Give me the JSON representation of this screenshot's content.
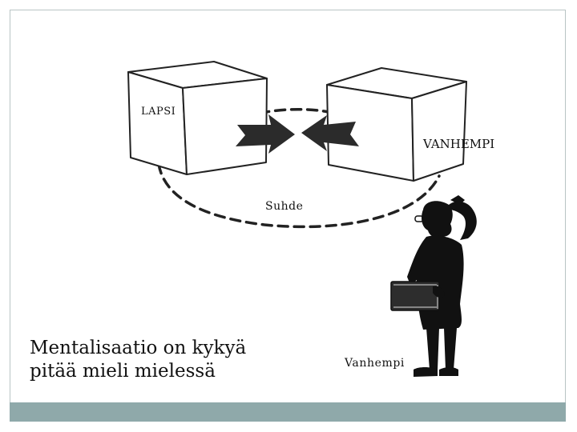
{
  "labels": {
    "child_box": "LAPSI",
    "parent_box": "VANHEMPI",
    "relation": "Suhde",
    "parent_person": "Vanhempi"
  },
  "caption": {
    "line1": "Mentalisaatio on kykyä",
    "line2": "pitää mieli mielessä"
  },
  "colors": {
    "footer_bar": "#8fa9aa",
    "frame_border": "#b9c4c4",
    "ink": "#111111",
    "box_fill": "#ffffff"
  },
  "icons": [
    "cube-lapsi",
    "cube-vanhempi",
    "arrow-right",
    "arrow-left",
    "dashed-loop",
    "thinking-parent-figure"
  ]
}
